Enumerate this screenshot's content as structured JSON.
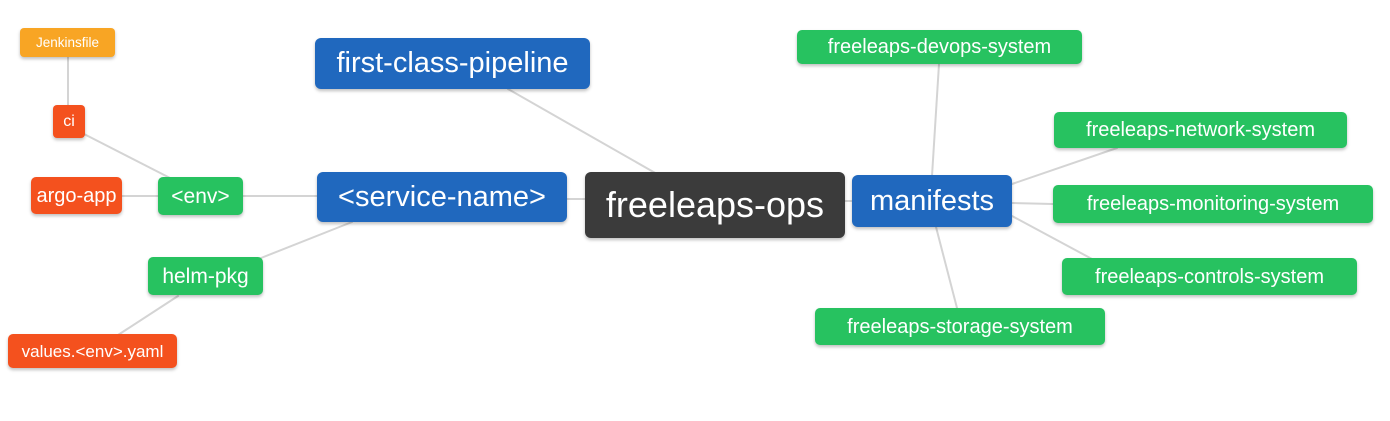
{
  "palette": {
    "blue": "#2068be",
    "green": "#27c260",
    "red": "#f4511e",
    "orange": "#f8a524",
    "dark": "#3b3b3b",
    "edge": "#d4d4d4",
    "node_text": "#ffffff",
    "background": "#ffffff"
  },
  "nodes": {
    "jenkinsfile": {
      "label": "Jenkinsfile",
      "color": "#f8a524"
    },
    "ci": {
      "label": "ci",
      "color": "#f4511e"
    },
    "argo_app": {
      "label": "argo-app",
      "color": "#f4511e"
    },
    "env": {
      "label": "<env>",
      "color": "#27c260"
    },
    "helm_pkg": {
      "label": "helm-pkg",
      "color": "#27c260"
    },
    "values_env_yaml": {
      "label": "values.<env>.yaml",
      "color": "#f4511e"
    },
    "first_class_pipeline": {
      "label": "first-class-pipeline",
      "color": "#2068be"
    },
    "service_name": {
      "label": "<service-name>",
      "color": "#2068be"
    },
    "freeleaps_ops": {
      "label": "freeleaps-ops",
      "color": "#3b3b3b"
    },
    "manifests": {
      "label": "manifests",
      "color": "#2068be"
    },
    "devops_system": {
      "label": "freeleaps-devops-system",
      "color": "#27c260"
    },
    "network_system": {
      "label": "freeleaps-network-system",
      "color": "#27c260"
    },
    "monitoring_system": {
      "label": "freeleaps-monitoring-system",
      "color": "#27c260"
    },
    "controls_system": {
      "label": "freeleaps-controls-system",
      "color": "#27c260"
    },
    "storage_system": {
      "label": "freeleaps-storage-system",
      "color": "#27c260"
    }
  },
  "edges": [
    {
      "from": "jenkinsfile",
      "to": "ci"
    },
    {
      "from": "ci",
      "to": "env"
    },
    {
      "from": "argo_app",
      "to": "env"
    },
    {
      "from": "env",
      "to": "service_name"
    },
    {
      "from": "values_env_yaml",
      "to": "helm_pkg"
    },
    {
      "from": "helm_pkg",
      "to": "service_name"
    },
    {
      "from": "first_class_pipeline",
      "to": "freeleaps_ops"
    },
    {
      "from": "service_name",
      "to": "freeleaps_ops"
    },
    {
      "from": "freeleaps_ops",
      "to": "manifests"
    },
    {
      "from": "manifests",
      "to": "devops_system"
    },
    {
      "from": "manifests",
      "to": "network_system"
    },
    {
      "from": "manifests",
      "to": "monitoring_system"
    },
    {
      "from": "manifests",
      "to": "controls_system"
    },
    {
      "from": "manifests",
      "to": "storage_system"
    }
  ]
}
